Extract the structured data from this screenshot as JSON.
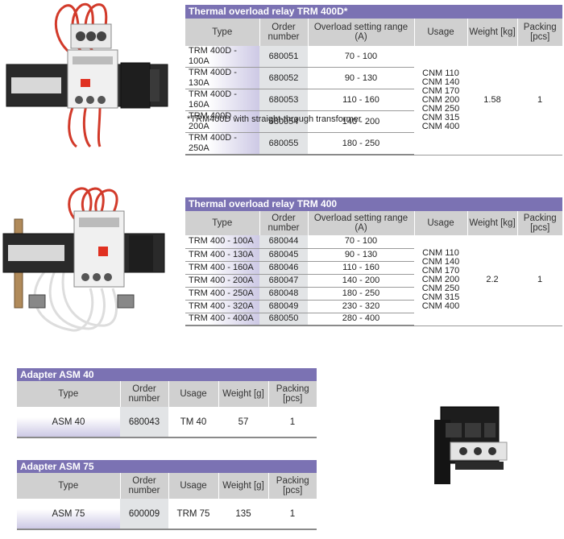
{
  "tables": {
    "trm400d": {
      "title": "Thermal overload relay TRM 400D*",
      "headers": {
        "type": "Type",
        "order": "Order number",
        "range": "Overload setting range (A)",
        "usage": "Usage",
        "weight": "Weight [kg]",
        "packing": "Packing [pcs]"
      },
      "rows": [
        {
          "type": "TRM 400D - 100A",
          "order": "680051",
          "range": "70 - 100"
        },
        {
          "type": "TRM 400D - 130A",
          "order": "680052",
          "range": "90 - 130"
        },
        {
          "type": "TRM 400D - 160A",
          "order": "680053",
          "range": "110 - 160"
        },
        {
          "type": "TRM 400D - 200A",
          "order": "680054",
          "range": "140 - 200"
        },
        {
          "type": "TRM 400D - 250A",
          "order": "680055",
          "range": "180 - 250"
        }
      ],
      "usage": "CNM 110\nCNM 140\nCNM 170\nCNM 200\nCNM 250\nCNM 315\nCNM 400",
      "weight": "1.58",
      "packing": "1",
      "note": "*TRM400D with straight-through transformer"
    },
    "trm400": {
      "title": "Thermal overload relay TRM 400",
      "headers": {
        "type": "Type",
        "order": "Order number",
        "range": "Overload setting range (A)",
        "usage": "Usage",
        "weight": "Weight [kg]",
        "packing": "Packing [pcs]"
      },
      "rows": [
        {
          "type": "TRM 400 - 100A",
          "order": "680044",
          "range": "70 - 100"
        },
        {
          "type": "TRM 400 - 130A",
          "order": "680045",
          "range": "90 - 130"
        },
        {
          "type": "TRM 400 - 160A",
          "order": "680046",
          "range": "110 - 160"
        },
        {
          "type": "TRM 400 - 200A",
          "order": "680047",
          "range": "140 - 200"
        },
        {
          "type": "TRM 400 - 250A",
          "order": "680048",
          "range": "180 - 250"
        },
        {
          "type": "TRM 400 - 320A",
          "order": "680049",
          "range": "230 - 320"
        },
        {
          "type": "TRM 400 - 400A",
          "order": "680050",
          "range": "280 - 400"
        }
      ],
      "usage": "CNM 110\nCNM 140\nCNM 170\nCNM 200\nCNM 250\nCNM 315\nCNM 400",
      "weight": "2.2",
      "packing": "1"
    },
    "asm40": {
      "title": "Adapter ASM 40",
      "headers": {
        "type": "Type",
        "order": "Order number",
        "usage": "Usage",
        "weight": "Weight [g]",
        "packing": "Packing [pcs]"
      },
      "row": {
        "type": "ASM 40",
        "order": "680043",
        "usage": "TM 40",
        "weight": "57",
        "packing": "1"
      }
    },
    "asm75": {
      "title": "Adapter ASM 75",
      "headers": {
        "type": "Type",
        "order": "Order number",
        "usage": "Usage",
        "weight": "Weight [g]",
        "packing": "Packing [pcs]"
      },
      "row": {
        "type": "ASM 75",
        "order": "600009",
        "usage": "TRM 75",
        "weight": "135",
        "packing": "1"
      }
    }
  }
}
